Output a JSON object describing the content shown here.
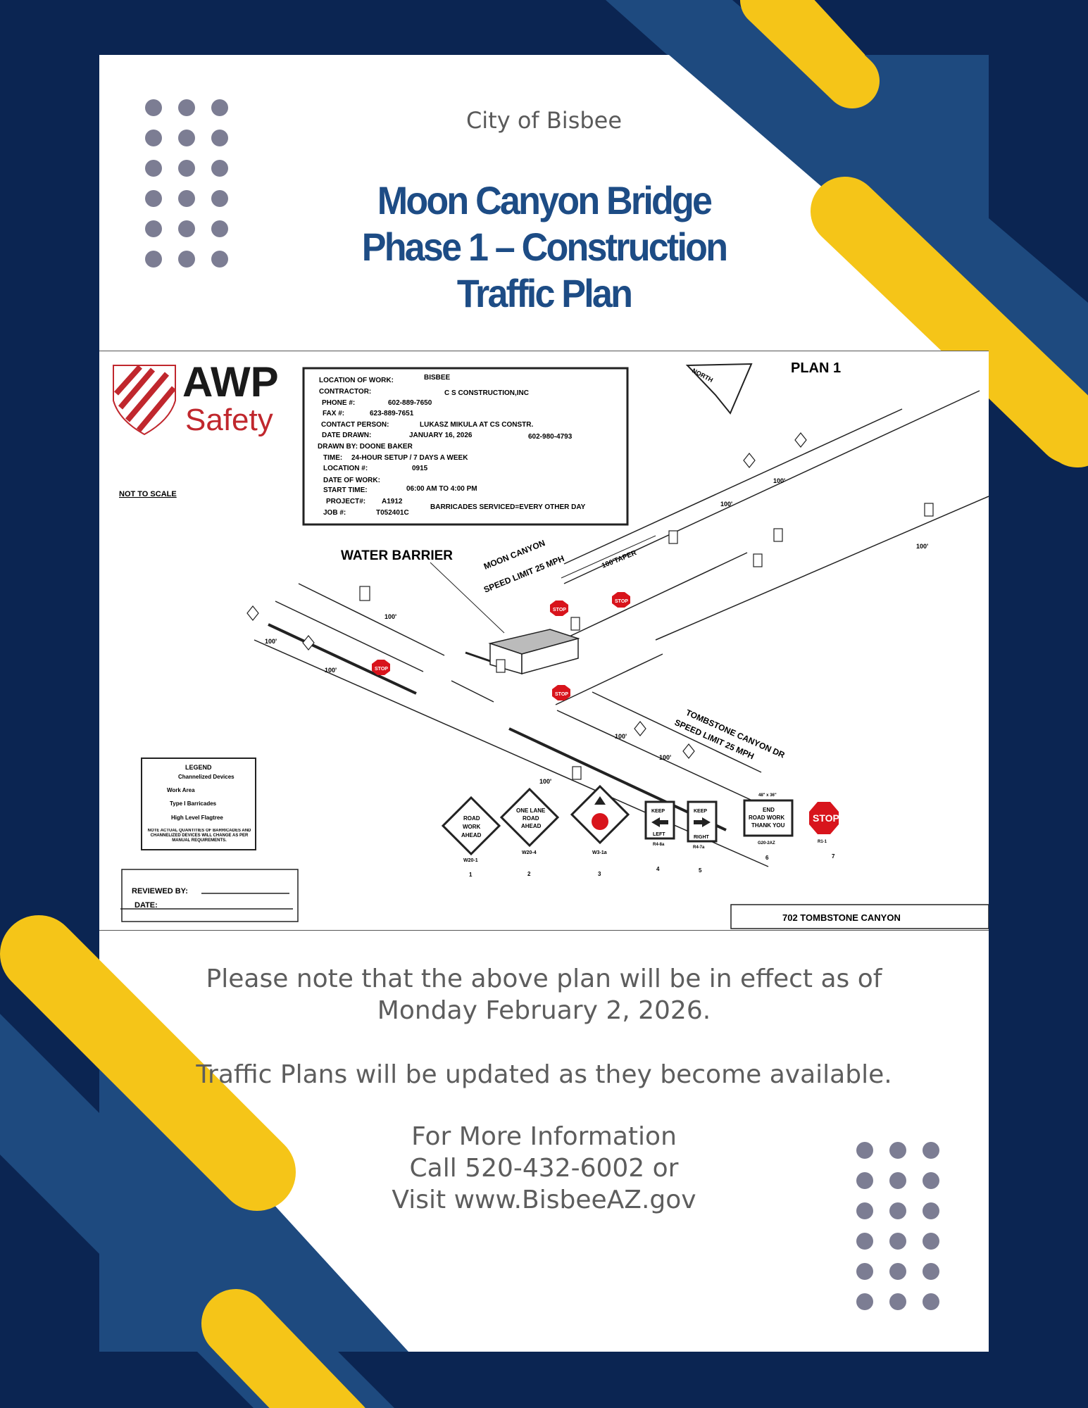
{
  "header": {
    "org": "City of Bisbee",
    "title_lines": [
      "Moon Canyon Bridge",
      "Phase 1 – Construction",
      "Traffic Plan"
    ]
  },
  "plan": {
    "brand_name": "AWP",
    "brand_sub": "Safety",
    "plan_label": "PLAN 1",
    "north_label": "NORTH",
    "not_to_scale": "NOT TO SCALE",
    "info_box": {
      "location_label": "LOCATION OF WORK:",
      "location_value": "BISBEE",
      "contractor_label": "CONTRACTOR:",
      "contractor_value": "C S CONSTRUCTION,INC",
      "phone_label": "PHONE #:",
      "phone_value": "602-889-7650",
      "fax_label": "FAX #:",
      "fax_value": "623-889-7651",
      "contact_label": "CONTACT PERSON:",
      "contact_value": "LUKASZ MIKULA AT CS CONSTR.",
      "date_drawn_label": "DATE DRAWN:",
      "date_drawn_value": "JANUARY 16, 2026",
      "contact_phone": "602-980-4793",
      "drawn_by": "DRAWN BY:  DOONE BAKER",
      "time_label": "TIME:",
      "time_value": "24-HOUR SETUP / 7 DAYS A WEEK",
      "location_num_label": "LOCATION #:",
      "location_num_value": "0915",
      "date_of_work_label": "DATE OF WORK:",
      "start_time_label": "START TIME:",
      "start_time_value": "06:00 AM TO 4:00 PM",
      "project_label": "PROJECT#:",
      "project_value": "A1912",
      "barricades_serviced": "BARRICADES SERVICED=EVERY OTHER DAY",
      "job_label": "JOB #:",
      "job_value": "T052401C"
    },
    "water_barrier": "WATER BARRIER",
    "moon_canyon": "MOON CANYON",
    "moon_canyon_speed": "SPEED LIMIT 25 MPH",
    "taper": "100'TAPER",
    "tombstone": "TOMBSTONE CANYON DR",
    "tombstone_speed": "SPEED LIMIT 25 MPH",
    "distance": "100'",
    "stop": "STOP",
    "legend": {
      "title": "LEGEND",
      "items": [
        "Channelized Devices",
        "Work Area",
        "Type I Barricades",
        "High Level Flagtree"
      ],
      "note": "NOTE ACTUAL QUANTITIES OF BARRICADES AND CHANNELIZED DEVICES WILL CHANGE AS PER MANUAL REQUIREMENTS."
    },
    "reviewed_by": "REVIEWED BY:",
    "date": "DATE:",
    "signs": {
      "road_work_ahead": [
        "ROAD",
        "WORK",
        "AHEAD"
      ],
      "road_work_ahead_code": "W20-1",
      "one_lane_road_ahead": [
        "ONE LANE",
        "ROAD",
        "AHEAD"
      ],
      "one_lane_code": "W20-4",
      "stop_ahead_code": "W3-1a",
      "keep_left": [
        "KEEP",
        "LEFT"
      ],
      "keep_left_code": "R4-8a",
      "keep_right": [
        "KEEP",
        "RIGHT"
      ],
      "keep_right_code": "R4-7a",
      "end_road_work_size": "48\" x 36\"",
      "end_road_work": [
        "END",
        "ROAD WORK",
        "THANK YOU"
      ],
      "end_road_work_code": "G20-2AZ",
      "stop_code": "R1-1",
      "numbers": [
        "1",
        "2",
        "3",
        "4",
        "5",
        "6",
        "7"
      ]
    },
    "address": "702 TOMBSTONE CANYON"
  },
  "notes": {
    "effective": [
      "Please note that the above plan will be in effect as of",
      "Monday February 2, 2026."
    ],
    "updates": "Traffic Plans will be updated as they become available.",
    "info": [
      "For More Information",
      "Call 520-432-6002 or",
      "Visit www.BisbeeAZ.gov"
    ]
  },
  "colors": {
    "navy": "#0b2552",
    "blue": "#1e4a7f",
    "yellow": "#f5c518",
    "title": "#1d4c85",
    "dots": "#7c7d93",
    "stop_red": "#d8141c",
    "brand_red": "#c0272d"
  }
}
